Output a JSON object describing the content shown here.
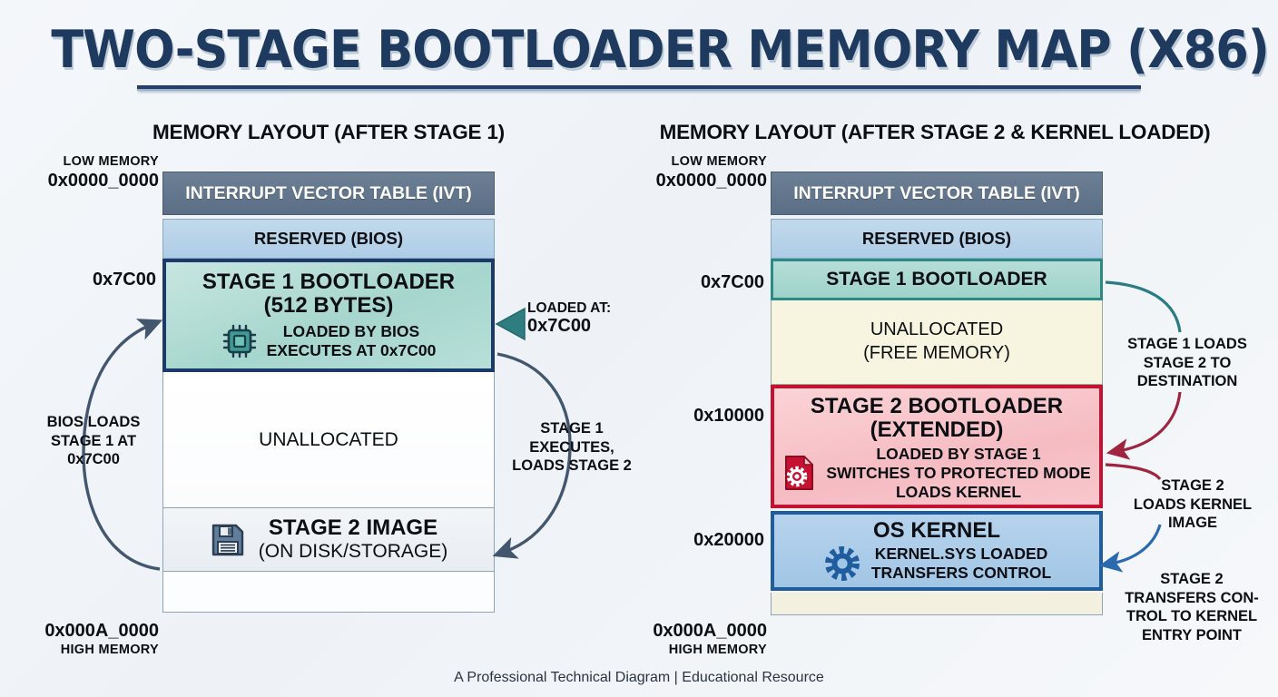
{
  "title": "TWO-STAGE BOOTLOADER MEMORY MAP (X86)",
  "footer": "A Professional Technical Diagram  |  Educational Resource",
  "colors": {
    "background": "#f2f5f8",
    "title_navy": "#1e3a5f",
    "ivt_slate": "#5a6e85",
    "reserved_blue": "#aecde6",
    "stage1_teal": "#a6d6cd",
    "stage1_border_navy": "#1b3a6b",
    "stage1_border_teal": "#2b8a86",
    "unalloc_cream": "#f7f4df",
    "stage2_pink": "#f5bcc2",
    "stage2_border_red": "#c41230",
    "kernel_blue": "#a2c6e6",
    "kernel_border_blue": "#1f5d9e",
    "arrow_slate": "#42566e",
    "arrow_teal": "#2b7c84",
    "arrow_red": "#9e2440",
    "arrow_blue": "#2a6bb0"
  },
  "left_panel": {
    "heading": "MEMORY LAYOUT (AFTER STAGE 1)",
    "labels": {
      "low_memory_caption": "LOW MEMORY",
      "low_memory_addr": "0x0000_0000",
      "stage1_addr": "0x7C00",
      "high_memory_addr": "0x000A_0000",
      "high_memory_caption": "HIGH MEMORY"
    },
    "blocks": [
      {
        "id": "ivt",
        "title": "INTERRUPT VECTOR TABLE (IVT)"
      },
      {
        "id": "reserved",
        "title": "RESERVED (BIOS)"
      },
      {
        "id": "stage1",
        "title": "STAGE 1 BOOTLOADER",
        "title2": "(512 BYTES)",
        "icon": "cpu-chip-icon",
        "sub1": "LOADED BY BIOS",
        "sub2": "EXECUTES AT 0x7C00"
      },
      {
        "id": "unallocated",
        "title": "UNALLOCATED"
      },
      {
        "id": "stage2-image",
        "icon": "floppy-disk-icon",
        "title": "STAGE 2 IMAGE",
        "title2": "(ON DISK/STORAGE)"
      },
      {
        "id": "tail",
        "title": ""
      }
    ],
    "annotations": {
      "bios_loads": "BIOS LOADS\nSTAGE 1 AT\n0x7C00",
      "stage1_executes": "STAGE 1\nEXECUTES,\nLOADS STAGE 2",
      "loaded_at_label": "LOADED AT:",
      "loaded_at_value": "0x7C00"
    }
  },
  "right_panel": {
    "heading": "MEMORY LAYOUT (AFTER STAGE 2 & KERNEL LOADED)",
    "labels": {
      "low_memory_caption": "LOW MEMORY",
      "low_memory_addr": "0x0000_0000",
      "stage1_addr": "0x7C00",
      "stage2_addr": "0x10000",
      "kernel_addr": "0x20000",
      "high_memory_addr": "0x000A_0000",
      "high_memory_caption": "HIGH MEMORY"
    },
    "blocks": [
      {
        "id": "ivt",
        "title": "INTERRUPT VECTOR TABLE (IVT)"
      },
      {
        "id": "reserved",
        "title": "RESERVED (BIOS)"
      },
      {
        "id": "stage1",
        "title": "STAGE 1 BOOTLOADER"
      },
      {
        "id": "unallocated",
        "title": "UNALLOCATED",
        "title2": "(FREE MEMORY)"
      },
      {
        "id": "stage2",
        "title": "STAGE 2 BOOTLOADER",
        "title2": "(EXTENDED)",
        "icon": "file-gear-icon",
        "sub1": "LOADED BY STAGE 1",
        "sub2": "SWITCHES TO PROTECTED MODE",
        "sub3": "LOADS KERNEL"
      },
      {
        "id": "kernel",
        "title": "OS KERNEL",
        "icon": "gear-icon",
        "sub1": "KERNEL.SYS LOADED",
        "sub2": "TRANSFERS CONTROL"
      },
      {
        "id": "tail",
        "title": ""
      }
    ],
    "annotations": {
      "stage1_loads": "STAGE 1 LOADS\nSTAGE 2 TO\nDESTINATION",
      "stage2_loads_kernel": "STAGE 2\nLOADS KERNEL\nIMAGE",
      "stage2_transfers": "STAGE 2\nTRANSFERS CON-\nTROL TO KERNEL\nENTRY POINT"
    }
  }
}
